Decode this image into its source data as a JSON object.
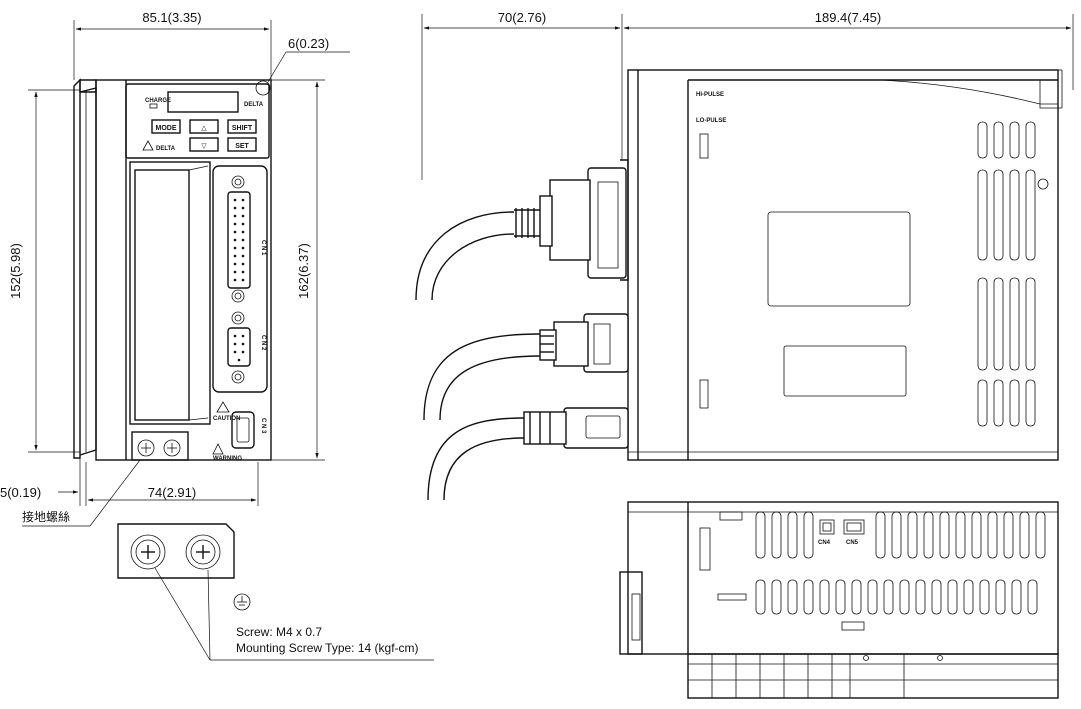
{
  "dimensions": {
    "front_width": "85.1(3.35)",
    "corner_radius": "6(0.23)",
    "height_152": "152(5.98)",
    "height_162": "162(6.37)",
    "bottom_offset": "5(0.19)",
    "base_width": "74(2.91)",
    "connector_depth": "70(2.76)",
    "side_depth": "189.4(7.45)"
  },
  "labels": {
    "ground_screw": "接地螺絲",
    "screw_spec": "Screw: M4 x 0.7",
    "mounting_spec": "Mounting Screw Type: 14 (kgf-cm)",
    "cn1": "C N 1",
    "cn2": "C N 2",
    "cn3": "C N 3",
    "cn4": "CN4",
    "cn5": "CN5",
    "hi_pulse": "HI-PULSE",
    "lo_pulse": "LO-PULSE",
    "caution": "CAUTION",
    "warning": "WARNING",
    "charge": "CHARGE",
    "brand": "DELTA"
  },
  "panel_buttons": {
    "mode": "MODE",
    "up": "△",
    "shift": "SHIFT",
    "down": "▽",
    "set": "SET"
  }
}
